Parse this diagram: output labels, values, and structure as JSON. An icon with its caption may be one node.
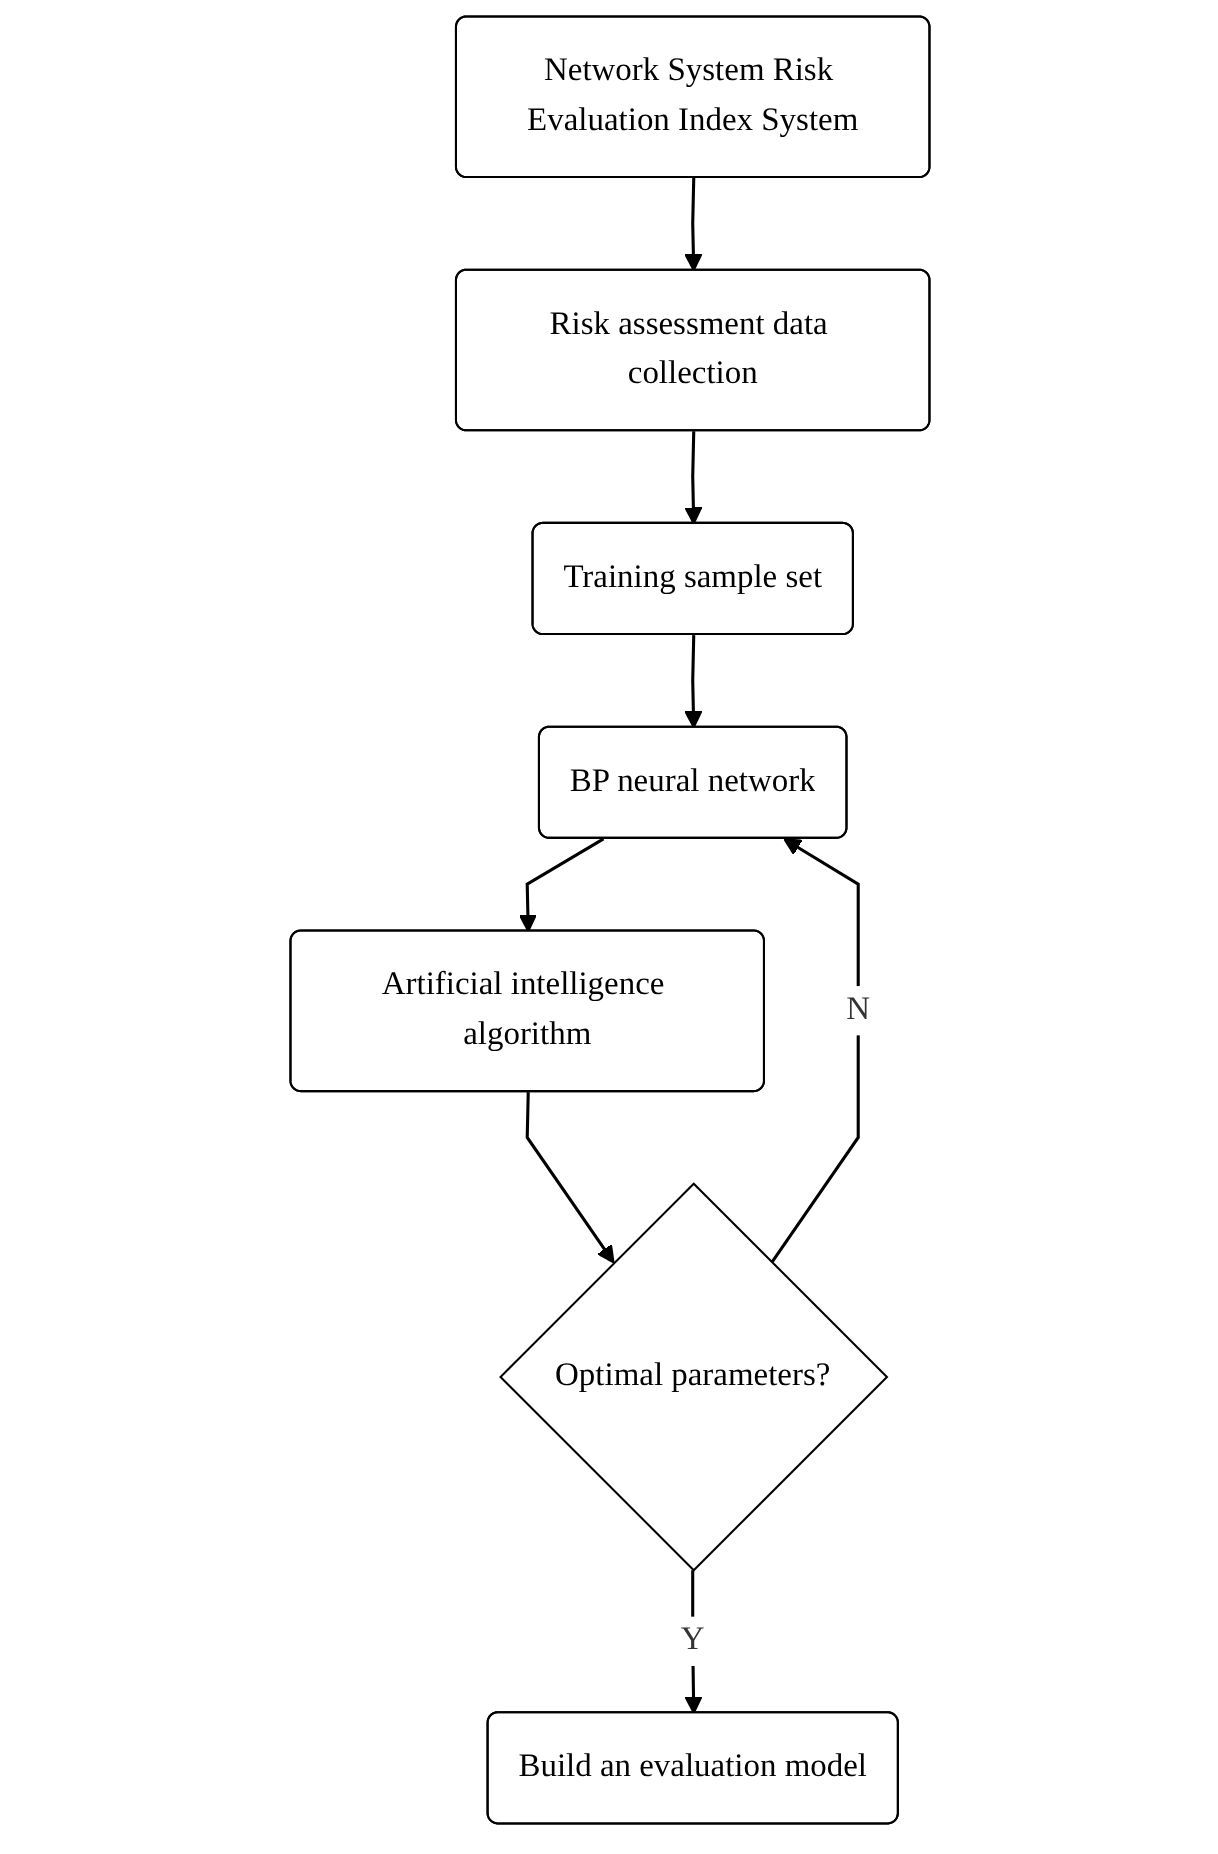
{
  "diagram": {
    "nodes": [
      {
        "text": [
          "Network System Risk Evaluation Index System"
        ]
      },
      {
        "text": [
          "Risk assessment data collection"
        ]
      },
      {
        "text": [
          "Training sample set"
        ]
      },
      {
        "text": [
          "BP neural network"
        ]
      },
      {
        "text": [
          "Artificial intelligence algorithm"
        ]
      },
      {
        "text": [
          "Optimal parameters?"
        ]
      },
      {
        "text": [
          "Build an evaluation model"
        ]
      }
    ],
    "edges": [
      {
        "from": 0,
        "to": 1,
        "arrow": "to"
      },
      {
        "from": 1,
        "to": 2,
        "arrow": "to"
      },
      {
        "from": 2,
        "to": 3,
        "arrow": "to"
      },
      {
        "from": 3,
        "to": 4,
        "arrow": "to"
      },
      {
        "from": 4,
        "to": 5,
        "arrow": "to"
      },
      {
        "from": 5,
        "to": 6,
        "label": "Y",
        "arrow": "to"
      },
      {
        "from": 5,
        "to": 3,
        "label": "N",
        "arrow": "to"
      }
    ]
  }
}
